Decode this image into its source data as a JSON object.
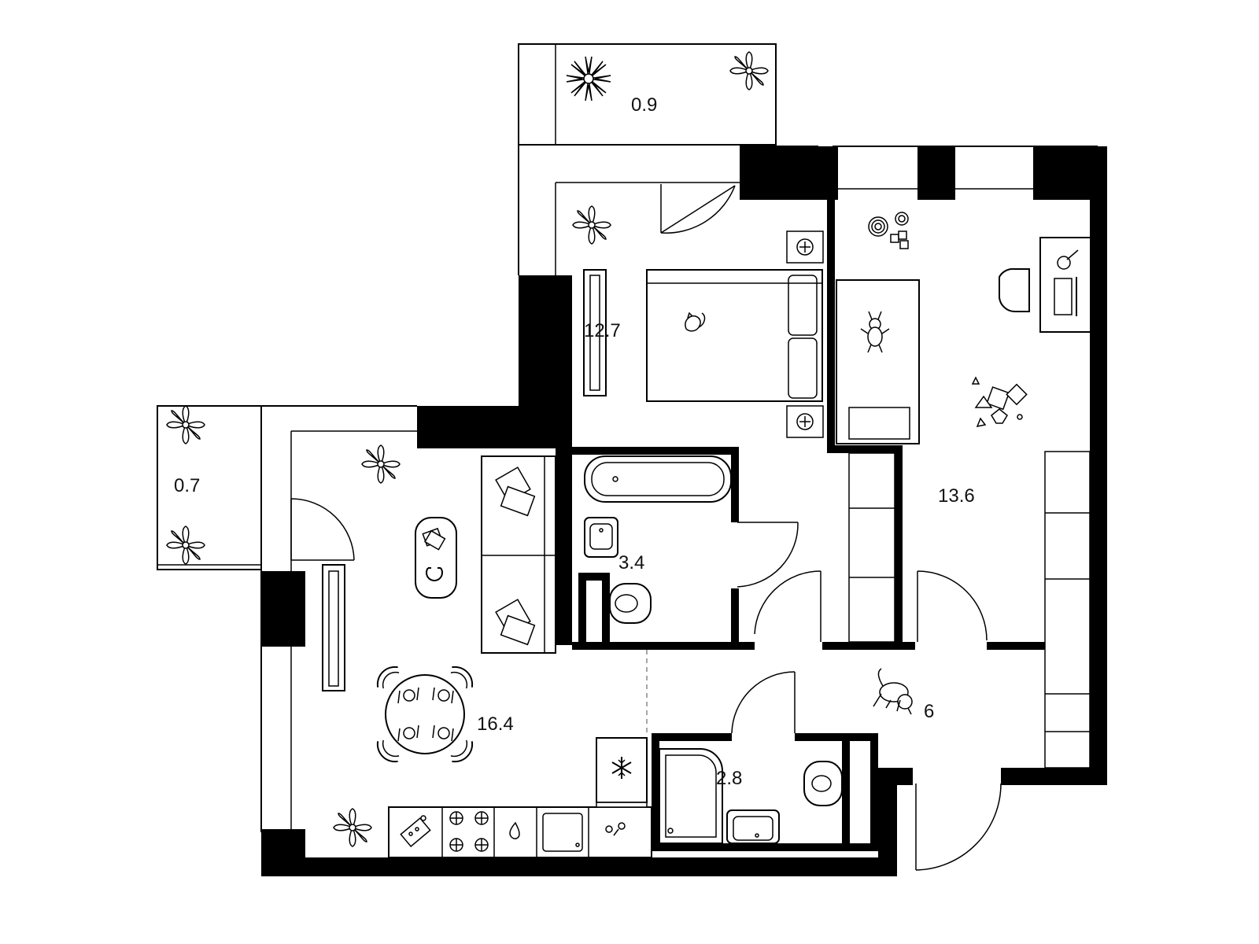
{
  "rooms": [
    {
      "id": "balcony-top",
      "area": "0.9"
    },
    {
      "id": "bedroom",
      "area": "12.7"
    },
    {
      "id": "kids-room",
      "area": "13.6"
    },
    {
      "id": "balcony-left",
      "area": "0.7"
    },
    {
      "id": "living-kitchen",
      "area": "16.4"
    },
    {
      "id": "bathroom",
      "area": "3.4"
    },
    {
      "id": "hallway",
      "area": "6"
    },
    {
      "id": "wc",
      "area": "2.8"
    }
  ],
  "colors": {
    "wall": "#000000",
    "background": "#ffffff",
    "partition": "#888888"
  },
  "icons": [
    "flower-icon",
    "plant-icon",
    "cat-icon",
    "dog-icon",
    "teddy-bear-icon",
    "toys-icon",
    "abc-blocks-icon",
    "snowflake-icon",
    "stove-burner-icon",
    "faucet-icon",
    "magnet-icon",
    "books-icon",
    "cutlery-icon"
  ]
}
